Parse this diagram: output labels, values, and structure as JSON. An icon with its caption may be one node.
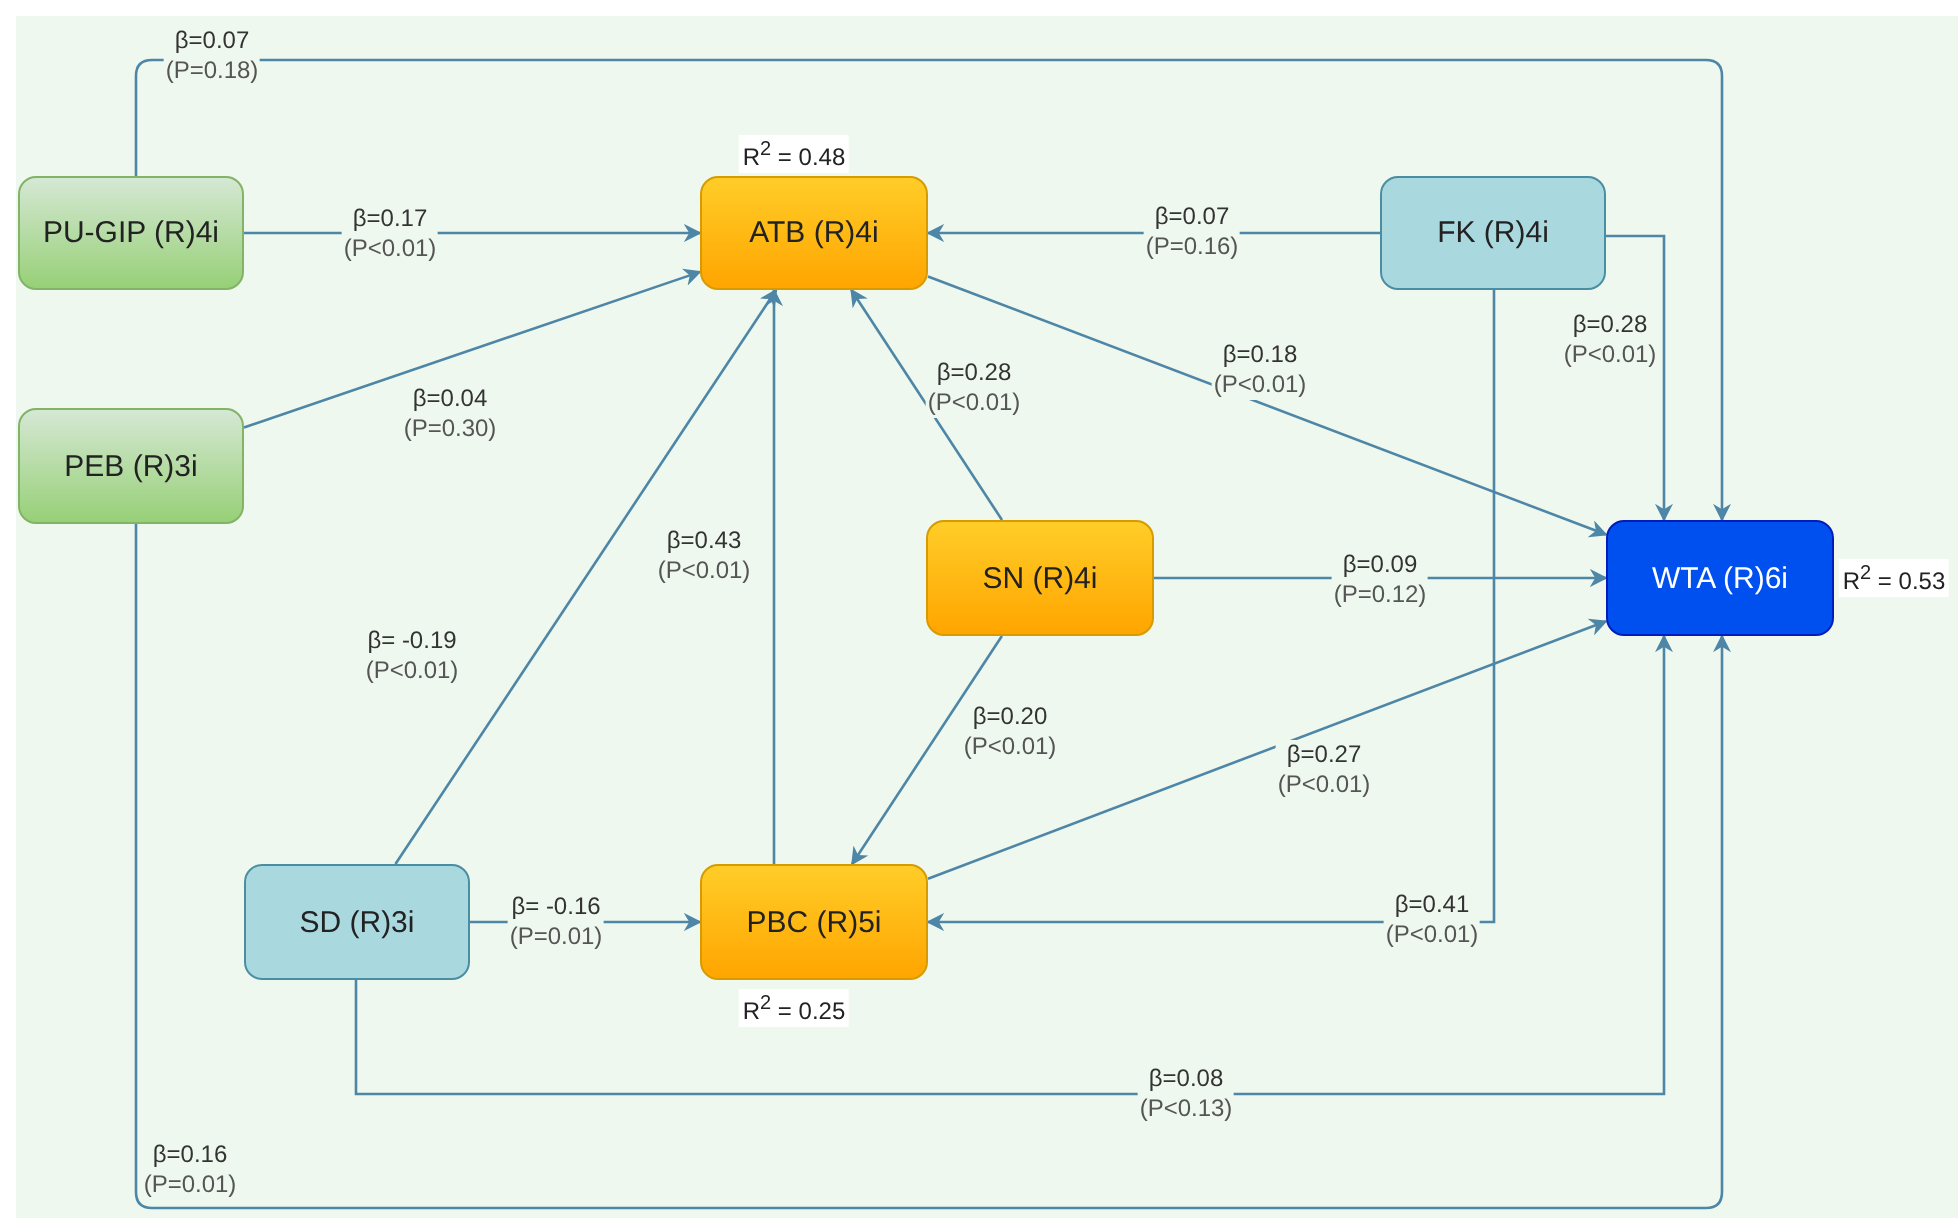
{
  "diagram": {
    "nodes": [
      {
        "text": [
          "PU-GIP (R)4i"
        ]
      },
      {
        "text": [
          "ATB (R)4i"
        ],
        "beside": [
          "R$^{2}$ = 0.48"
        ]
      },
      {
        "text": [
          "FK (R)4i"
        ]
      },
      {
        "text": [
          "PEB (R)3i"
        ]
      },
      {
        "text": [
          "SN (R)4i"
        ]
      },
      {
        "text": [
          "WTA (R)6i"
        ],
        "beside": [
          "R$^{2}$ = 0.53"
        ]
      },
      {
        "text": [
          "SD (R)3i"
        ]
      },
      {
        "text": [
          "PBC (R)5i"
        ],
        "beside": [
          "R$^{2}$ = 0.25"
        ]
      }
    ],
    "edges": [
      {
        "from": 0,
        "to": 5,
        "arrow": "to",
        "label": "β=0.07 (P=0.18)"
      },
      {
        "from": 0,
        "to": 1,
        "arrow": "to",
        "label": "β=0.17 (P<0.01)"
      },
      {
        "from": 2,
        "to": 1,
        "arrow": "to",
        "label": "β=0.07 (P=0.16)"
      },
      {
        "from": 2,
        "to": 5,
        "arrow": "to",
        "label": "β=0.28 (P<0.01)"
      },
      {
        "from": 3,
        "to": 1,
        "arrow": "to",
        "label": "β=0.04 (P=0.30)"
      },
      {
        "from": 1,
        "to": 5,
        "arrow": "to",
        "label": "β=0.18 (P<0.01)"
      },
      {
        "from": 4,
        "to": 1,
        "arrow": "to",
        "label": "β=0.28 (P<0.01)"
      },
      {
        "from": 7,
        "to": 1,
        "arrow": "to",
        "label": "β=0.43 (P<0.01)"
      },
      {
        "from": 4,
        "to": 5,
        "arrow": "to",
        "label": "β=0.09 (P=0.12)"
      },
      {
        "from": 6,
        "to": 1,
        "arrow": "to",
        "label": "β= -0.19 (P<0.01)"
      },
      {
        "from": 4,
        "to": 7,
        "arrow": "to",
        "label": "β=0.20 (P<0.01)"
      },
      {
        "from": 7,
        "to": 5,
        "arrow": "to",
        "label": "β=0.27 (P<0.01)"
      },
      {
        "from": 2,
        "to": 7,
        "arrow": "to",
        "label": "β=0.41 (P<0.01)"
      },
      {
        "from": 6,
        "to": 7,
        "arrow": "to",
        "label": "β= -0.16 (P=0.01)"
      },
      {
        "from": 6,
        "to": 5,
        "arrow": "to",
        "label": "β=0.08 (P<0.13)"
      },
      {
        "from": 3,
        "to": 5,
        "arrow": "to",
        "label": "β=0.16 (P=0.01)"
      }
    ]
  }
}
